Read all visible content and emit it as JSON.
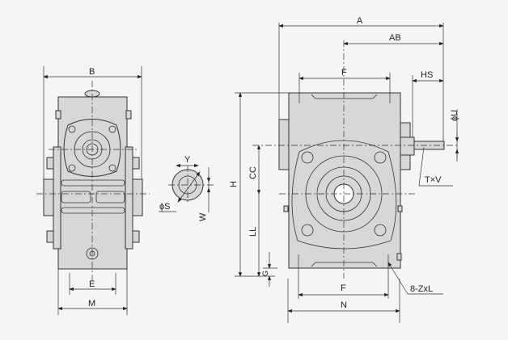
{
  "title": "Worm gear reducer dimension drawing",
  "side_view": {
    "B": "B",
    "E": "E",
    "M": "M"
  },
  "shaft_section": {
    "Y": "Y",
    "S": "ϕS",
    "W": "W"
  },
  "front_view": {
    "A": "A",
    "AB": "AB",
    "F_top": "F",
    "HS": "HS",
    "U": "ϕU",
    "TxV": "T×V",
    "H": "H",
    "CC": "CC",
    "LL": "LL",
    "G": "G",
    "F_bottom": "F",
    "N": "N",
    "ZxL": "8-ZxL"
  }
}
